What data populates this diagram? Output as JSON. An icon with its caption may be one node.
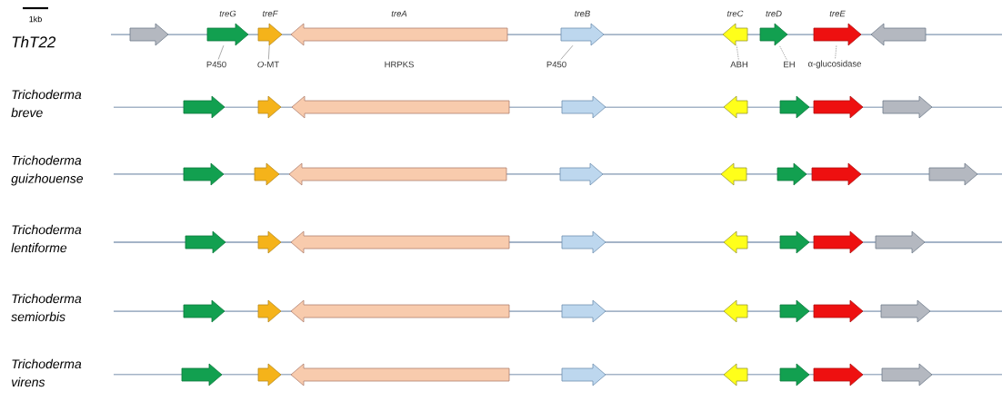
{
  "diagram": {
    "nodes": [
      {
        "text": [],
        "shape": "arrow"
      },
      {
        "text": [
          "treG"
        ]
      },
      {
        "text": [
          "treF"
        ]
      },
      {
        "text": [
          "treA"
        ],
        "beside": [
          "HRPKS"
        ]
      },
      {
        "text": [
          "treB"
        ]
      },
      {
        "text": [
          "treC"
        ]
      },
      {
        "text": [
          "treD"
        ]
      },
      {
        "text": [
          "treE"
        ]
      },
      {
        "text": [],
        "shape": "arrow"
      },
      {
        "text": [
          "P450"
        ]
      },
      {
        "text": [
          "*O*-MT"
        ]
      },
      {
        "text": [
          "P450"
        ]
      },
      {
        "text": [
          "ABH"
        ]
      },
      {
        "text": [
          "EH"
        ]
      },
      {
        "text": [
          "α-glucosidase"
        ]
      },
      {
        "text": [],
        "shape": "arrow"
      },
      {
        "text": [],
        "shape": "arrow"
      },
      {
        "text": [],
        "shape": "arrow"
      },
      {
        "text": [],
        "shape": "arrow"
      },
      {
        "text": [],
        "shape": "arrow"
      },
      {
        "text": [],
        "shape": "arrow"
      },
      {
        "text": [],
        "shape": "arrow"
      },
      {
        "text": [],
        "shape": "arrow"
      },
      {
        "text": [],
        "shape": "arrow"
      },
      {
        "text": [],
        "shape": "arrow"
      },
      {
        "text": [],
        "shape": "arrow"
      },
      {
        "text": [],
        "shape": "arrow"
      },
      {
        "text": [],
        "shape": "arrow"
      },
      {
        "text": [],
        "shape": "arrow"
      },
      {
        "text": [],
        "shape": "arrow"
      },
      {
        "text": [],
        "shape": "arrow"
      },
      {
        "text": [],
        "shape": "arrow"
      },
      {
        "text": [],
        "shape": "arrow"
      },
      {
        "text": [],
        "shape": "arrow"
      },
      {
        "text": [],
        "shape": "arrow"
      },
      {
        "text": [],
        "shape": "arrow"
      },
      {
        "text": [],
        "shape": "arrow"
      },
      {
        "text": [],
        "shape": "arrow"
      },
      {
        "text": [],
        "shape": "arrow"
      },
      {
        "text": [],
        "shape": "arrow"
      },
      {
        "text": [],
        "shape": "arrow"
      },
      {
        "text": [],
        "shape": "arrow"
      },
      {
        "text": [],
        "shape": "arrow"
      },
      {
        "text": [],
        "shape": "arrow"
      },
      {
        "text": [],
        "shape": "arrow"
      },
      {
        "text": [],
        "shape": "arrow"
      },
      {
        "text": [],
        "shape": "arrow"
      },
      {
        "text": [],
        "shape": "arrow"
      },
      {
        "text": [],
        "shape": "arrow"
      },
      {
        "text": [],
        "shape": "arrow"
      },
      {
        "text": [],
        "shape": "arrow"
      },
      {
        "text": [],
        "shape": "arrow"
      },
      {
        "text": [],
        "shape": "arrow"
      },
      {
        "text": [],
        "shape": "arrow"
      },
      {
        "text": [],
        "shape": "arrow"
      }
    ],
    "edges": [
      {
        "from": 9,
        "to": 1,
        "arrow": "none"
      },
      {
        "from": 10,
        "to": 2,
        "arrow": "none"
      },
      {
        "from": 11,
        "to": 4,
        "arrow": "none"
      },
      {
        "from": 12,
        "to": 5,
        "arrow": "none",
        "style": "dashed"
      },
      {
        "from": 13,
        "to": 6,
        "arrow": "none",
        "style": "dashed"
      },
      {
        "from": 14,
        "to": 7,
        "arrow": "none",
        "style": "dashed"
      }
    ],
    "labels": [
      "1kb",
      "ThT22",
      "Trichoderma breve",
      "Trichoderma guizhouense",
      "Trichoderma lentiforme",
      "Trichoderma semiorbis",
      "Trichoderma virens"
    ]
  }
}
